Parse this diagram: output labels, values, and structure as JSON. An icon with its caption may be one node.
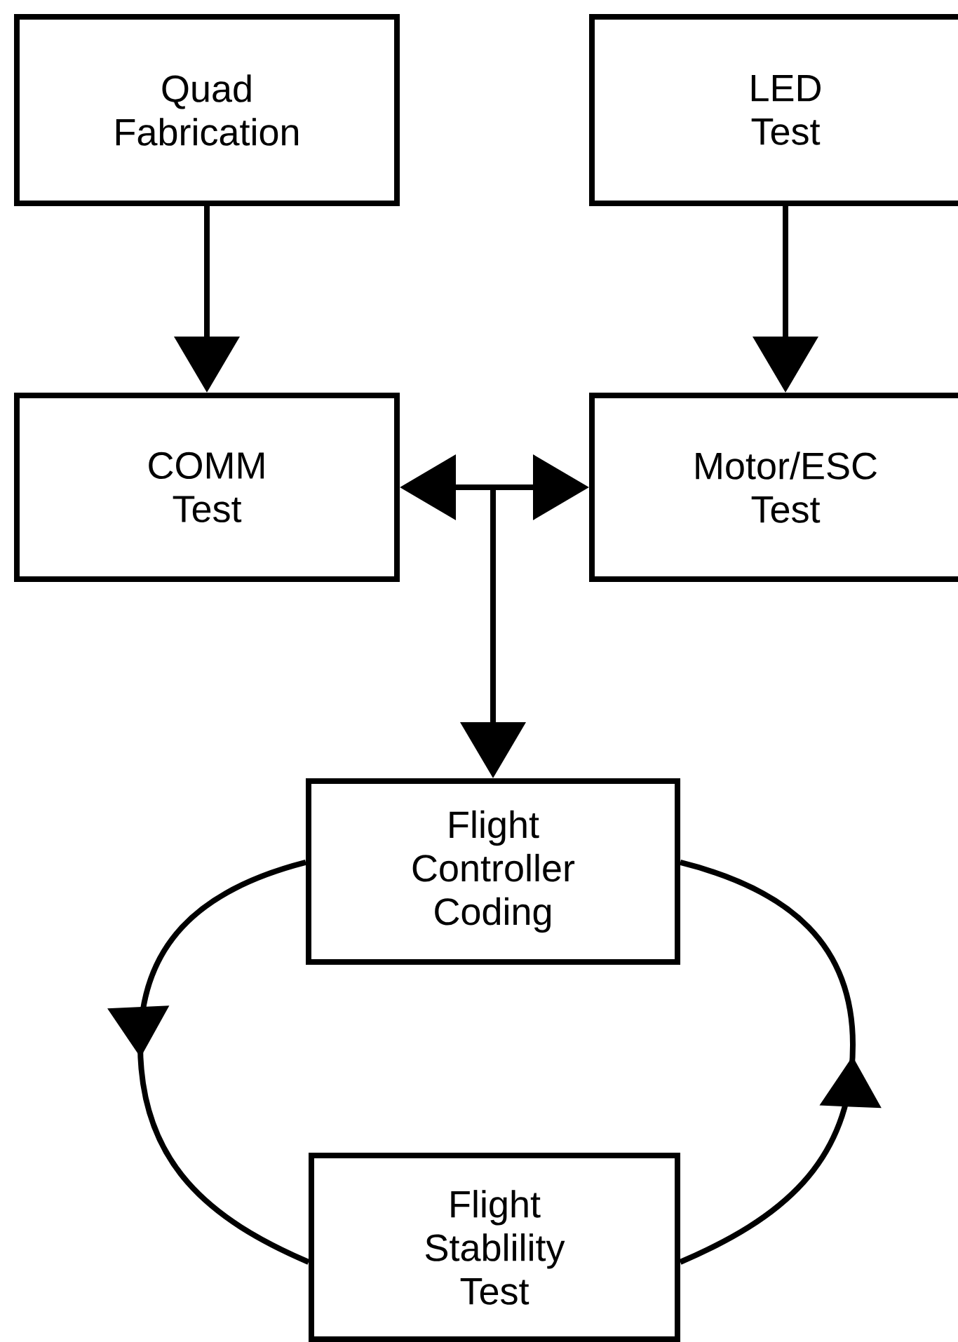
{
  "diagram": {
    "nodes": [
      {
        "text": [
          "Quad Fabrication"
        ]
      },
      {
        "text": [
          "LED Test"
        ]
      },
      {
        "text": [
          "COMM Test"
        ]
      },
      {
        "text": [
          "Motor/ESC Test"
        ]
      },
      {
        "text": [
          "Flight Controller Coding"
        ]
      },
      {
        "text": [
          "Flight Stablility Test"
        ]
      }
    ],
    "edges": [
      {
        "from": 0,
        "to": 2,
        "arrow": "to"
      },
      {
        "from": 1,
        "to": 3,
        "arrow": "to"
      },
      {
        "from": 2,
        "to": 3,
        "arrow": "both"
      },
      {
        "from": 2,
        "to": 4,
        "arrow": "both"
      },
      {
        "from": 3,
        "to": 4,
        "arrow": "both"
      },
      {
        "from": 4,
        "to": 5,
        "arrow": "to"
      },
      {
        "from": 5,
        "to": 4,
        "arrow": "to"
      }
    ]
  }
}
